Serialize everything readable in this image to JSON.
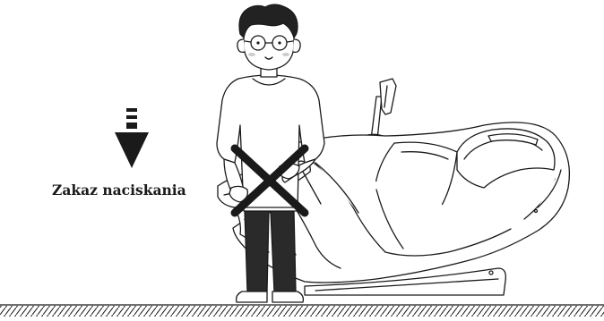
{
  "warning": {
    "label": "Zakaz naciskania",
    "icon": "downward-pressure-arrow-icon",
    "prohibition_mark": "cross-mark-icon"
  },
  "figures": {
    "person": "person-pressing-illustration",
    "chair": "massage-chair-illustration",
    "floor": "hatched-floor"
  },
  "colors": {
    "line": "#1a1a1a",
    "hair": "#222222",
    "fill": "#ffffff"
  }
}
